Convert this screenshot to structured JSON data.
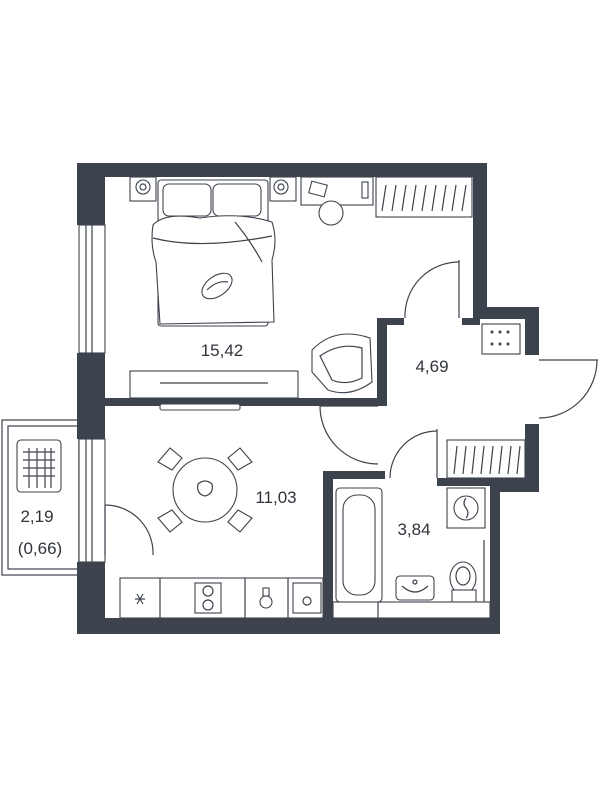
{
  "rooms": [
    {
      "id": "bedroom",
      "area": "15,42"
    },
    {
      "id": "hallway",
      "area": "4,69"
    },
    {
      "id": "kitchen",
      "area": "11,03"
    },
    {
      "id": "bathroom",
      "area": "3,84"
    },
    {
      "id": "balcony",
      "area": "2,19",
      "area_reduced": "(0,66)"
    }
  ]
}
